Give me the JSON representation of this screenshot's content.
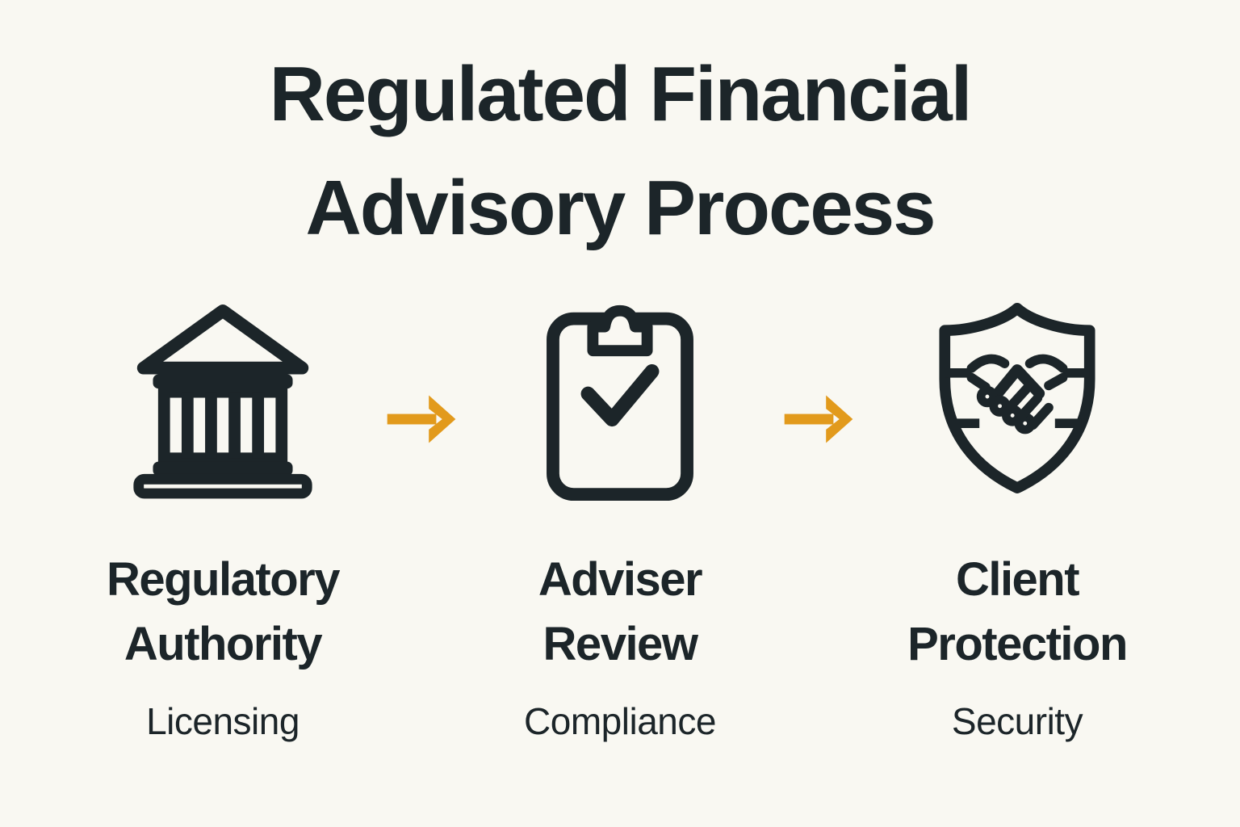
{
  "page": {
    "background_color": "#F9F8F2",
    "ink_color": "#1C2529",
    "accent_color": "#E29A1C"
  },
  "title": "Regulated Financial Advisory Process",
  "steps": [
    {
      "icon": "bank-icon",
      "label": "Regulatory Authority",
      "sublabel": "Licensing"
    },
    {
      "icon": "clipboard-check-icon",
      "label": "Adviser Review",
      "sublabel": "Compliance"
    },
    {
      "icon": "shield-handshake-icon",
      "label": "Client Protection",
      "sublabel": "Security"
    }
  ],
  "connector": {
    "icon": "arrow-right-icon"
  }
}
